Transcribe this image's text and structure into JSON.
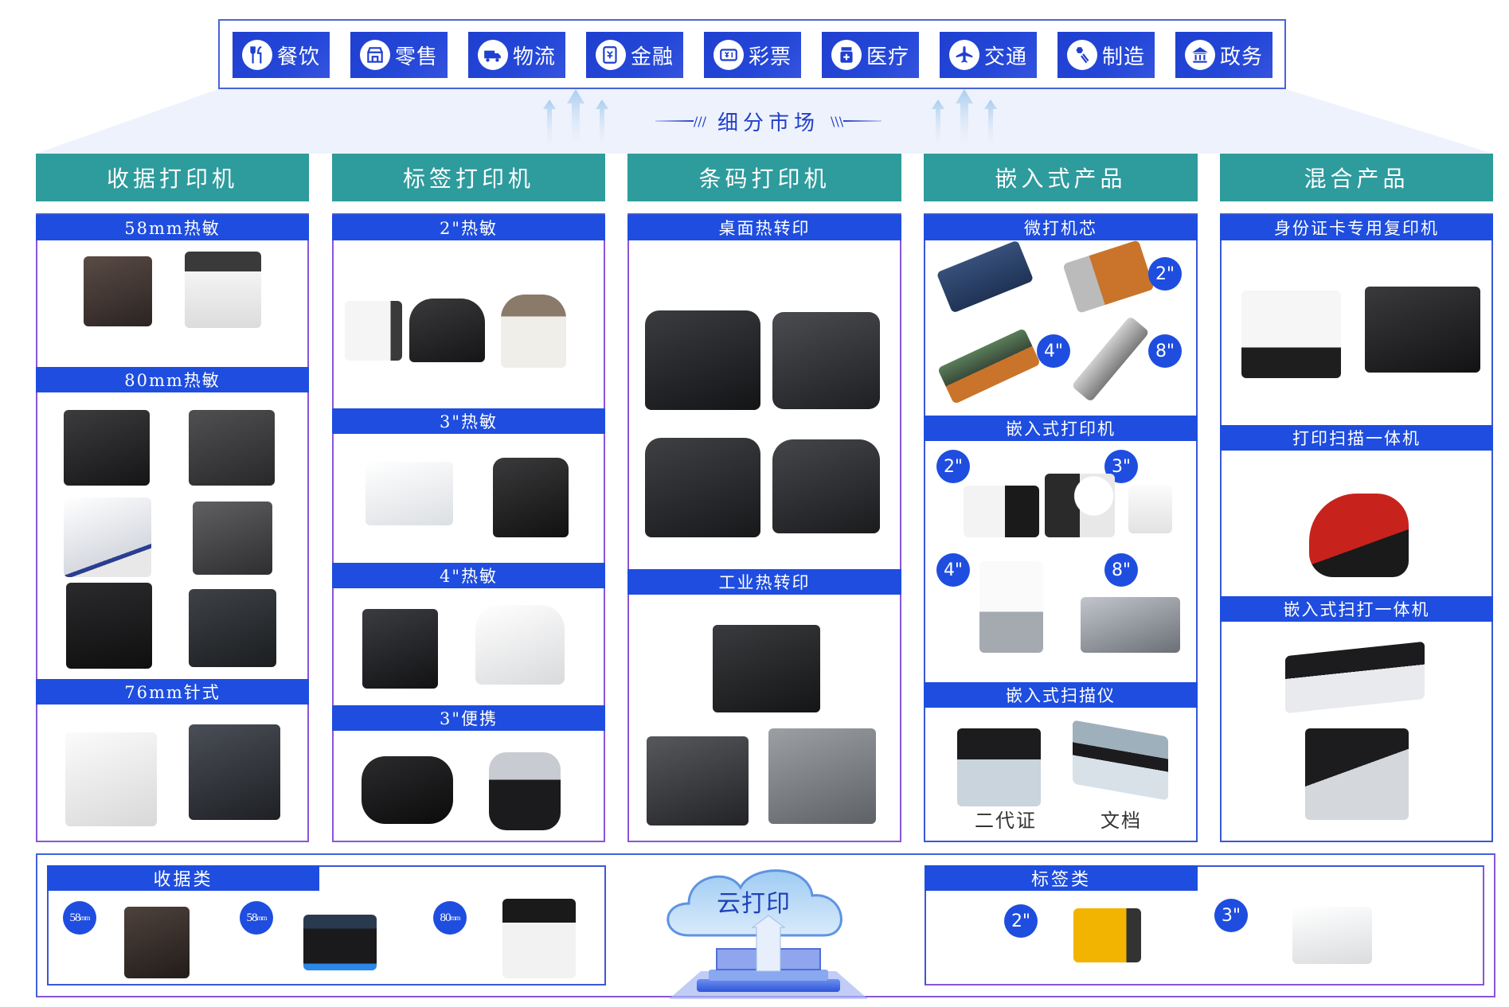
{
  "industries": [
    {
      "label": "餐饮",
      "icon": "utensils-icon"
    },
    {
      "label": "零售",
      "icon": "storefront-icon"
    },
    {
      "label": "物流",
      "icon": "truck-icon"
    },
    {
      "label": "金融",
      "icon": "yuan-document-icon"
    },
    {
      "label": "彩票",
      "icon": "lottery-ticket-icon"
    },
    {
      "label": "医疗",
      "icon": "medicine-bottle-icon"
    },
    {
      "label": "交通",
      "icon": "airplane-icon"
    },
    {
      "label": "制造",
      "icon": "bolt-nut-icon"
    },
    {
      "label": "政务",
      "icon": "government-building-icon"
    }
  ],
  "market_tag": "细分市场",
  "colors": {
    "industry_button": "#1f3fcf",
    "column_header": "#2e9b9d",
    "sub_header": "#1e4ddf",
    "border_blue": "#3a57d6",
    "border_purple": "#8a55d8",
    "fan_background": "#eef2fc"
  },
  "columns": [
    {
      "title": "收据打印机",
      "sections": [
        {
          "label": "58mm热敏",
          "products": [
            "dark-brown-receipt-printer",
            "white-receipt-printer"
          ]
        },
        {
          "label": "80mm热敏",
          "products": [
            "black-receipt-printer",
            "dark-gray-receipt-printer",
            "white-blue-receipt-printer",
            "gray-cube-receipt-printer",
            "black-rounded-receipt-printer",
            "black-lcd-receipt-printer"
          ]
        },
        {
          "label": "76mm针式",
          "products": [
            "white-impact-printer",
            "black-impact-printer"
          ]
        }
      ]
    },
    {
      "title": "标签打印机",
      "sections": [
        {
          "label": "2\"热敏",
          "products": [
            "white-label-printer",
            "black-label-printer",
            "white-clear-lid-label-printer"
          ]
        },
        {
          "label": "3\"热敏",
          "products": [
            "white-flat-label-printer",
            "black-label-printer-3in"
          ]
        },
        {
          "label": "4\"热敏",
          "products": [
            "black-label-printer-4in",
            "white-label-printer-4in"
          ]
        },
        {
          "label": "3\"便携",
          "products": [
            "black-portable-printer",
            "black-mobile-printer"
          ]
        }
      ]
    },
    {
      "title": "条码打印机",
      "sections": [
        {
          "label": "桌面热转印",
          "products": [
            "desktop-tt-printer-1",
            "desktop-tt-printer-2",
            "desktop-tt-printer-3",
            "desktop-tt-printer-4"
          ]
        },
        {
          "label": "工业热转印",
          "products": [
            "industrial-printer-1",
            "industrial-printer-2",
            "industrial-printer-3"
          ]
        }
      ]
    },
    {
      "title": "嵌入式产品",
      "sections": [
        {
          "label": "微打机芯",
          "badges": [
            "2\"",
            "4\"",
            "8\""
          ],
          "products": [
            "blue-mechanism",
            "orange-flex-mechanism",
            "green-board-mechanism",
            "long-mechanism"
          ]
        },
        {
          "label": "嵌入式打印机",
          "badges": [
            "2\"",
            "3\"",
            "4\"",
            "8\""
          ],
          "products": [
            "kiosk-printer-2in",
            "kiosk-printer-roll",
            "panel-printer-3in",
            "kiosk-printer-4in",
            "kiosk-printer-8in"
          ]
        },
        {
          "label": "嵌入式扫描仪",
          "products": [
            "id-card-scanner",
            "document-scanner"
          ],
          "captions": [
            "二代证",
            "文档"
          ]
        }
      ]
    },
    {
      "title": "混合产品",
      "sections": [
        {
          "label": "身份证卡专用复印机",
          "products": [
            "white-id-copier",
            "black-id-copier"
          ]
        },
        {
          "label": "打印扫描一体机",
          "products": [
            "red-print-scan-device"
          ]
        },
        {
          "label": "嵌入式扫打一体机",
          "products": [
            "embedded-scan-print-unit-1",
            "embedded-scan-print-unit-2"
          ]
        }
      ]
    }
  ],
  "bottom": {
    "receipt": {
      "title": "收据类",
      "items": [
        {
          "size": "58",
          "unit": "mm",
          "product": "brown-cloud-receipt-printer"
        },
        {
          "size": "58",
          "unit": "mm",
          "product": "black-blue-cloud-receipt-printer"
        },
        {
          "size": "80",
          "unit": "mm",
          "product": "white-black-cloud-receipt-printer"
        }
      ]
    },
    "cloud": {
      "label": "云打印"
    },
    "label": {
      "title": "标签类",
      "items": [
        {
          "size": "2\"",
          "product": "yellow-cloud-label-printer"
        },
        {
          "size": "3\"",
          "product": "white-cloud-label-printer"
        }
      ]
    }
  }
}
